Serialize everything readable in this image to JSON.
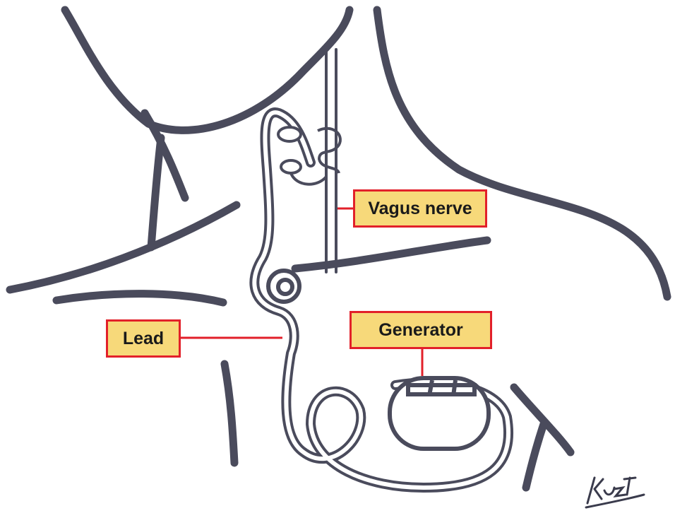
{
  "labels": {
    "vagus_nerve": "Vagus nerve",
    "lead": "Lead",
    "generator": "Generator"
  },
  "signature": "Kuzt",
  "colors": {
    "outline": "#4a4b5c",
    "label_fill": "#f7d97a",
    "label_border": "#e2202a",
    "leader_line": "#e2202a"
  }
}
